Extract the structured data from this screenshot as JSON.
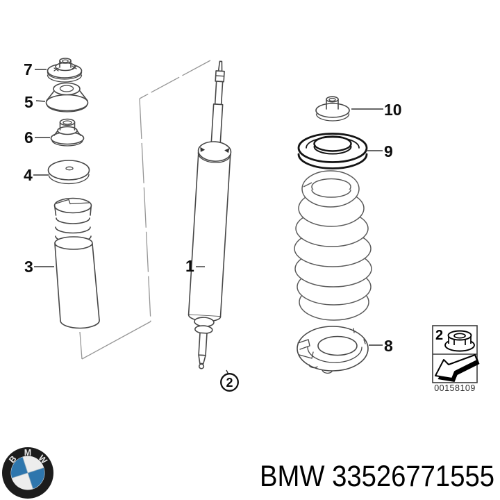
{
  "labels": {
    "c1": "1",
    "c2": "2",
    "c3": "3",
    "c4": "4",
    "c5": "5",
    "c6": "6",
    "c7": "7",
    "c8": "8",
    "c9": "9",
    "c10": "10"
  },
  "detail_box": {
    "number": "2",
    "icon": "flange-lock-nut-icon",
    "arrow_icon": "direction-arrow-icon",
    "code": "00158109"
  },
  "footer": {
    "part_number": "BMW 33526771555"
  },
  "logo": {
    "b": "B",
    "m": "M",
    "w": "W"
  },
  "colors": {
    "background": "#ffffff",
    "outline": "#474747",
    "bold_outline": "#141414",
    "plane_line": "#969696",
    "label_color": "#0d0d0d",
    "bmw_blue": "#2e76ad",
    "logo_ring": "#1c1c1c"
  }
}
